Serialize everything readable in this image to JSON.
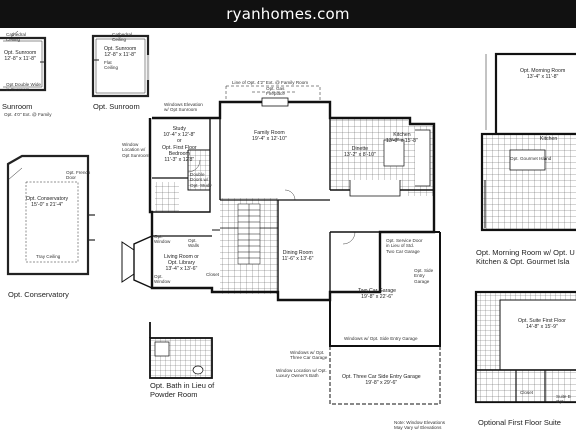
{
  "site": {
    "title": "ryanhomes.com"
  },
  "captions": {
    "sunroom_left": "Sunroom",
    "sunroom_mid": "Opt. Sunroom",
    "conservatory": "Opt. Conservatory",
    "bath": "Opt. Bath in Lieu of\nPowder Room",
    "morning": "Opt. Morning Room w/ Opt. U\nKitchen & Opt. Gourmet Isla",
    "suite": "Optional First Floor Suite"
  },
  "rooms": {
    "sunroom_a": "Opt. Sunroom\n12'-8\" x 11'-8\"",
    "sunroom_b": "Opt. Sunroom\n12'-8\" x 11'-8\"",
    "conservatory": "Opt. Conservatory\n15'-0\" x 21'-4\"",
    "study": "Study\n10'-4\" x 12'-8\"\nor\nOpt. First Floor\nBedroom\n11'-3\" x 12'8\"",
    "family": "Family Room\n19'-4\" x 12'-10\"",
    "dinette": "Dinette\n13'-2\" x 8'-10\"",
    "kitchen": "Kitchen\n13'-0\" x 15'-8\"",
    "dining": "Dining Room\n11'-6\" x 13'-6\"",
    "living": "Living Room or\nOpt. Library\n13'-4\" x 13'-6\"",
    "garage": "Two Car Garage\n19'-8\" x 22'-6\"",
    "garage3": "Opt. Three Car Side Entry Garage\n19'-8\" x 29'-6\"",
    "morning": "Opt. Morning Room\n13'-4\" x 11'-8\"",
    "morning_kitchen": "Kitchen",
    "suite": "Opt. Suite First Floor\n14'-8\" x 15'-9\"",
    "garage_opt": "Opt. Side\nEntry\nGarage",
    "service_door": "Opt. Service Door\nin Lieu of Std.\nTwo Car Garage"
  },
  "notes": {
    "cathedral": "Cathedral\nCeiling",
    "flat": "Flat\nCeiling",
    "opt_double": "Opt Double Wide\nin Sunroom",
    "family_ext": "Line of Opt. 4'2\" Ext. @ Family Room",
    "windows_elev": "Windows Elevation\nw/ Opt Sunroom",
    "window_loc": "Window\nLocation w/\nOpt Sunroom",
    "ext_49": "Opt. 4'0\" Ext. @ Family",
    "french_door": "Opt. French\nDoor",
    "tray": "Tray Ceiling",
    "tall_window": "Opt.\nWindow",
    "closet": "Closet",
    "double_door": "Double\nDoors w/\nOpt. Study",
    "windows_3car": "Windows w/ Opt.\nThree Car Garage",
    "windows_side": "Windows w/ Opt. Side Entry Garage",
    "window_lux": "Window Location w/ Opt.\nLuxury Owner's Bath",
    "note_bottom": "Note: Window Elevations\nMay Vary w/ Elevations",
    "gourmet": "Opt. Gourmet Island",
    "fireplace": "Opt. Gas\nFireplace",
    "walls": "Opt.\nWalls",
    "suite_bath": "Suite B\nOpt."
  }
}
